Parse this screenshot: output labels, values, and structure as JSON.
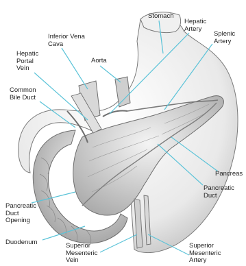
{
  "labels": {
    "stomach": "Stomach",
    "hepatic_artery": "Hepatic\nArtery",
    "splenic_artery": "Splenic\nArtery",
    "inferior_vena_cava": "Inferior Vena\nCava",
    "aorta": "Aorta",
    "hepatic_portal_vein": "Hepatic\nPortal\nVein",
    "common_bile_duct": "Common\nBile Duct",
    "pancreas": "Pancreas",
    "pancreatic_duct": "Pancreatic\nDuct",
    "pancreatic_duct_opening": "Pancreatic\nDuct\nOpening",
    "duodenum": "Duodenum",
    "superior_mesenteric_vein": "Superior\nMesenteric\nVein",
    "superior_mesenteric_artery": "Superior\nMesenteric\nArtery"
  },
  "colors": {
    "leader_line": "#5bc3d8",
    "outline": "#6e6e6e",
    "shading": "#c9c9c9",
    "label_text": "#222222"
  }
}
